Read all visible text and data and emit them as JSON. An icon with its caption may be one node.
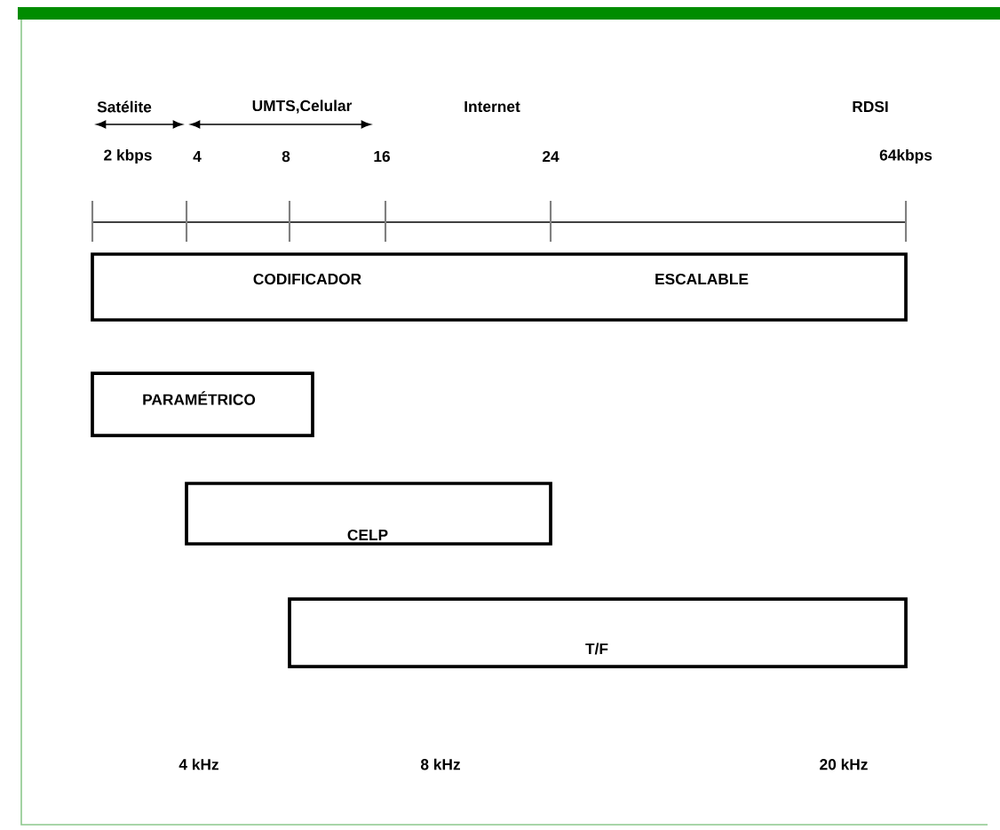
{
  "diagram": {
    "nodes": [
      {
        "text": [
          "CODIFICADOR",
          "ESCALABLE"
        ]
      },
      {
        "text": [
          "PARAMÉTRICO"
        ]
      },
      {
        "text": [
          "CELP"
        ]
      },
      {
        "text": [
          "T/F"
        ]
      }
    ],
    "labels": [
      "Satélite",
      "UMTS,Celular",
      "Internet",
      "RDSI",
      "2 kbps",
      "4",
      "8",
      "16",
      "24",
      "64kbps",
      "4 kHz",
      "8 kHz",
      "20 kHz"
    ]
  }
}
